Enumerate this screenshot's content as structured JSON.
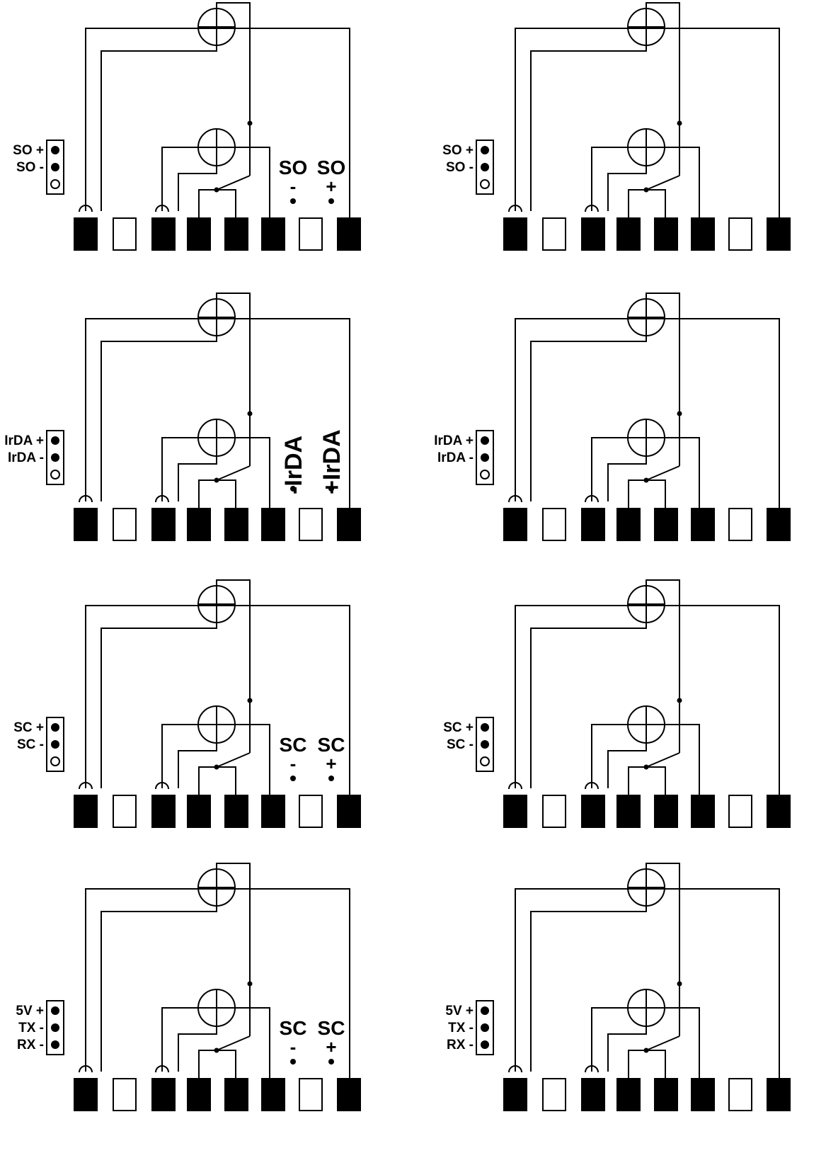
{
  "colors": {
    "line": "#000000",
    "background": "#ffffff"
  },
  "diagrams": [
    {
      "jumper": {
        "labels": [
          "SO +",
          "SO -",
          ""
        ],
        "pins": [
          "filled",
          "filled",
          "empty"
        ]
      },
      "terminal_labels": {
        "minus": {
          "name": "SO",
          "sign": "-"
        },
        "plus": {
          "name": "SO",
          "sign": "+"
        }
      },
      "terminal_orientation": "horizontal"
    },
    {
      "jumper": {
        "labels": [
          "SO +",
          "SO -",
          ""
        ],
        "pins": [
          "filled",
          "filled",
          "empty"
        ]
      }
    },
    {
      "jumper": {
        "labels": [
          "IrDA +",
          "IrDA -",
          ""
        ],
        "pins": [
          "filled",
          "filled",
          "empty"
        ]
      },
      "terminal_labels": {
        "minus": {
          "name": "IrDA",
          "sign": "-"
        },
        "plus": {
          "name": "IrDA",
          "sign": "+"
        }
      },
      "terminal_orientation": "vertical"
    },
    {
      "jumper": {
        "labels": [
          "IrDA +",
          "IrDA -",
          ""
        ],
        "pins": [
          "filled",
          "filled",
          "empty"
        ]
      }
    },
    {
      "jumper": {
        "labels": [
          "SC +",
          "SC -",
          ""
        ],
        "pins": [
          "filled",
          "filled",
          "empty"
        ]
      },
      "terminal_labels": {
        "minus": {
          "name": "SC",
          "sign": "-"
        },
        "plus": {
          "name": "SC",
          "sign": "+"
        }
      },
      "terminal_orientation": "horizontal"
    },
    {
      "jumper": {
        "labels": [
          "SC +",
          "SC -",
          ""
        ],
        "pins": [
          "filled",
          "filled",
          "empty"
        ]
      }
    },
    {
      "jumper": {
        "labels": [
          "5V +",
          "TX -",
          "RX -"
        ],
        "pins": [
          "filled",
          "filled",
          "filled"
        ]
      },
      "terminal_labels": {
        "minus": {
          "name": "SC",
          "sign": "-"
        },
        "plus": {
          "name": "SC",
          "sign": "+"
        }
      },
      "terminal_orientation": "horizontal"
    },
    {
      "jumper": {
        "labels": [
          "5V +",
          "TX -",
          "RX -"
        ],
        "pins": [
          "filled",
          "filled",
          "filled"
        ]
      }
    }
  ],
  "terminal_pattern": [
    "filled",
    "empty",
    "filled",
    "filled",
    "filled",
    "filled",
    "empty",
    "filled"
  ]
}
